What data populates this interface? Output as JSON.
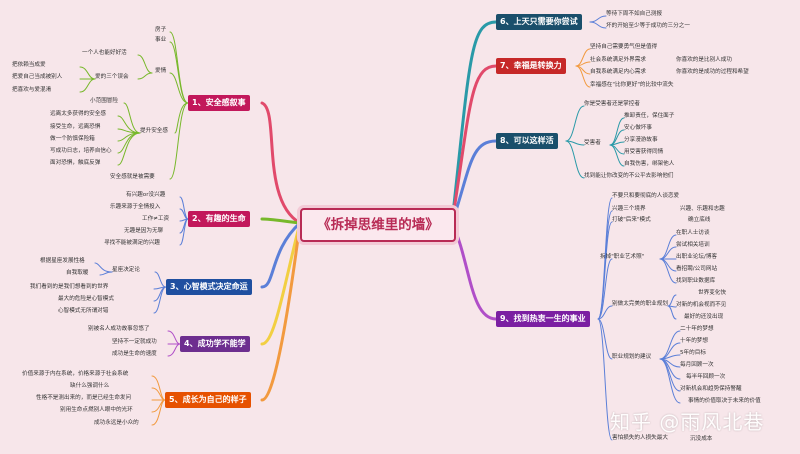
{
  "root": "《拆掉思维里的墙》",
  "watermark": "知乎 @雨风北巷",
  "colors": {
    "b1": "#c2185b",
    "b2": "#c2185b",
    "b3": "#1f4fa0",
    "b4": "#6d2e8f",
    "b5": "#e65100",
    "b6": "#1a4f6b",
    "b7": "#c62828",
    "b8": "#1a4f6b",
    "b9": "#7b1fa2",
    "line_red": "#e14a6b",
    "line_green": "#77b82a",
    "line_blue": "#5b7fd8",
    "line_yellow": "#f2cf42",
    "line_orange": "#f29a3f",
    "line_teal": "#2a9aa8",
    "line_purple": "#b04fc8"
  },
  "branches": [
    {
      "id": "b1",
      "label": "1、安全感叙事",
      "leaves": [
        "房子",
        "事业",
        "爱情",
        "一个人也能好好活",
        "爱的三个误会",
        "把依赖当成爱",
        "把爱自己当成被别人",
        "把喜欢与爱混淆",
        "小范围冒险",
        "提升安全感",
        "远离太多获得的安全感",
        "接受生命，远离恐惧",
        "做一个防慎保险箱",
        "写成功日志，培养自信心",
        "面对恐惧，触底反弹",
        "安全感就是被需要"
      ]
    },
    {
      "id": "b2",
      "label": "2、有趣的生命",
      "leaves": [
        "有兴趣or没兴趣",
        "乐趣来源于全情投入",
        "工作≠工资",
        "无趣是因为无聊",
        "寻找不能被满足的兴趣"
      ]
    },
    {
      "id": "b3",
      "label": "3、心智模式决定命运",
      "leaves": [
        "根据星座发展性格",
        "星座决定论",
        "自我取暖",
        "我们看到的是我们想看到的世界",
        "最大的危险是心智模式",
        "心智模式无所谓对错"
      ]
    },
    {
      "id": "b4",
      "label": "4、成功学不能学",
      "leaves": [
        "别被名人成功故事忽悠了",
        "坚持不一定就成功",
        "成功是生命的速度"
      ]
    },
    {
      "id": "b5",
      "label": "5、成长为自己的样子",
      "leaves": [
        "价值来源于内在系统，价格来源于社会系统",
        "缺什么强调什么",
        "性格不是测出来的，而是已经生命发问",
        "别用生命点燃别人眼中的光环",
        "成功永远是小众的"
      ]
    },
    {
      "id": "b6",
      "label": "6、上天只需要你尝试",
      "leaves": [
        "等待下周不如自己测报",
        "坏的开始至少等于成功的三分之一"
      ]
    },
    {
      "id": "b7",
      "label": "7、幸福是转换力",
      "leaves": [
        "坚持自己需要勇气但是值得",
        "社会系统满足外界需求",
        "你喜欢的是比别人成功",
        "自我系统满足内心需求",
        "你喜欢的是成功的过程和希望",
        "幸福感在\"比你更好\"的比较中流失"
      ]
    },
    {
      "id": "b8",
      "label": "8、可以这样活",
      "leaves": [
        "你是受害者还是掌控者",
        "受害者",
        "推卸责任，保住面子",
        "安心做坏事",
        "分享漫游故事",
        "用受害获得同情",
        "自我伤害，绑架他人",
        "找到能让你改变的不公平去影响他们"
      ]
    },
    {
      "id": "b9",
      "label": "9、找到热衷一生的事业",
      "leaves": [
        "不要只和要彻底的人谈恋爱",
        "兴趣三个境界",
        "兴趣、乐趣和志趣",
        "打破\"后来\"模式",
        "确立底线",
        "拆掉\"职业艺术照\"",
        "在职人士访谈",
        "尝试相关培训",
        "出职业论坛/博客",
        "看招聘/公司网站",
        "找到职业数据库",
        "别做太完美的职业规划",
        "世界变化快",
        "对新的机会视而不见",
        "最好的还没出现",
        "职业规划的建议",
        "二十年的梦想",
        "十年的梦想",
        "5年的目标",
        "每月回顾一次",
        "每半年回顾一次",
        "对新机会和趋势保持警醒",
        "事情的价值取决于未来的价值",
        "害怕损失的人损失最大",
        "沉没成本"
      ]
    }
  ]
}
